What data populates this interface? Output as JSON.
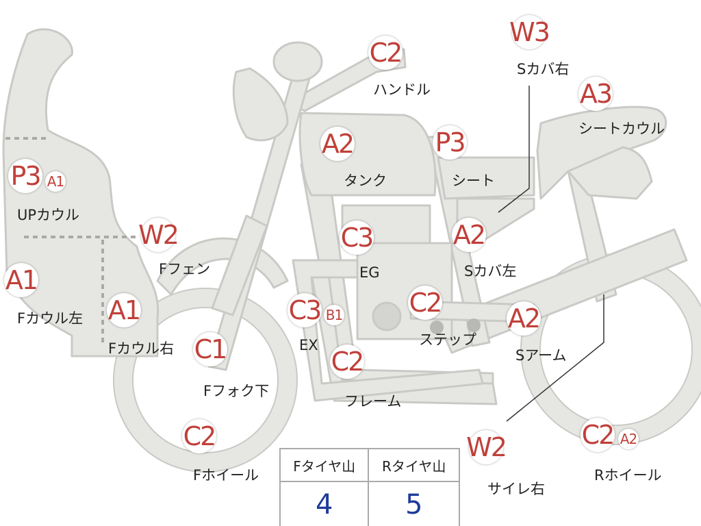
{
  "colors": {
    "part_fill": "#e6e6e3",
    "part_stroke": "#c9c9c6",
    "grade_text": "#c0403a",
    "tire_value": "#1e3c9a",
    "dash": "#a9a9a9"
  },
  "parts": {
    "handle": {
      "grade": "C2",
      "label": "ハンドル"
    },
    "s_cover_r": {
      "grade": "W3",
      "label": "Sカバ右"
    },
    "seat_cowl": {
      "grade": "A3",
      "label": "シートカウル"
    },
    "tank": {
      "grade": "A2",
      "label": "タンク"
    },
    "seat": {
      "grade": "P3",
      "label": "シート"
    },
    "up_cowl": {
      "grade": "P3",
      "sub_grade": "A1",
      "label": "UPカウル"
    },
    "f_fender": {
      "grade": "W2",
      "label": "Fフェン"
    },
    "engine": {
      "grade": "C3",
      "label": "EG"
    },
    "s_cover_l": {
      "grade": "A2",
      "label": "Sカバ左"
    },
    "f_cowl_l": {
      "grade": "A1",
      "label": "Fカウル左"
    },
    "f_cowl_r": {
      "grade": "A1",
      "label": "Fカウル右"
    },
    "exhaust": {
      "grade": "C3",
      "sub_grade": "B1",
      "label": "EX"
    },
    "step": {
      "grade": "C2",
      "label": "ステップ"
    },
    "s_arm": {
      "grade": "A2",
      "label": "Sアーム"
    },
    "f_fork": {
      "grade": "C1",
      "label": "Fフォク下"
    },
    "frame": {
      "grade": "C2",
      "label": "フレーム"
    },
    "f_wheel": {
      "grade": "C2",
      "label": "Fホイール"
    },
    "side_r": {
      "grade": "W2",
      "label": "サイレ右"
    },
    "r_wheel": {
      "grade": "C2",
      "sub_grade": "A2",
      "label": "Rホイール"
    }
  },
  "tires": {
    "front_header": "Fタイヤ山",
    "rear_header": "Rタイヤ山",
    "front_value": "4",
    "rear_value": "5"
  }
}
